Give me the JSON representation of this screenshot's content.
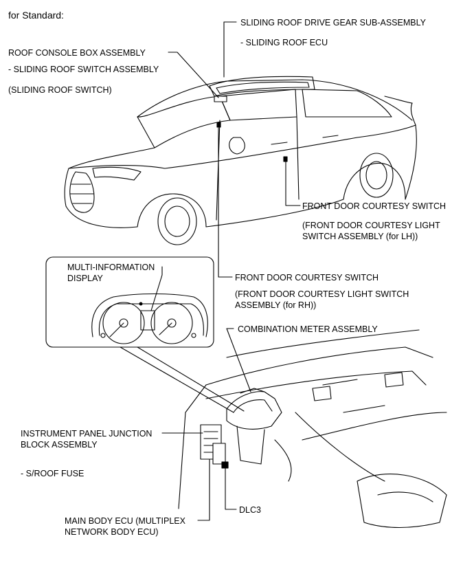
{
  "page": {
    "heading": "for Standard:"
  },
  "labels": {
    "sliding_roof_gear": "SLIDING ROOF DRIVE GEAR SUB-ASSEMBLY",
    "sliding_roof_ecu": "- SLIDING ROOF ECU",
    "roof_console_box": "ROOF CONSOLE BOX ASSEMBLY",
    "sliding_roof_switch_assy": "- SLIDING ROOF SWITCH ASSEMBLY",
    "sliding_roof_switch": "(SLIDING ROOF SWITCH)",
    "front_door_courtesy_lh": "FRONT DOOR COURTESY SWITCH",
    "front_door_courtesy_lh_sub1": "(FRONT DOOR COURTESY LIGHT",
    "front_door_courtesy_lh_sub2": "SWITCH ASSEMBLY (for LH))",
    "multi_info_display_1": "MULTI-INFORMATION",
    "multi_info_display_2": "DISPLAY",
    "front_door_courtesy_rh": "FRONT DOOR COURTESY SWITCH",
    "front_door_courtesy_rh_sub1": "(FRONT DOOR COURTESY LIGHT SWITCH",
    "front_door_courtesy_rh_sub2": "ASSEMBLY (for RH))",
    "combination_meter": "COMBINATION METER ASSEMBLY",
    "instrument_panel_jb_1": "INSTRUMENT PANEL JUNCTION",
    "instrument_panel_jb_2": "BLOCK ASSEMBLY",
    "sroof_fuse": "- S/ROOF FUSE",
    "dlc3": "DLC3",
    "main_body_ecu_1": "MAIN BODY ECU (MULTIPLEX",
    "main_body_ecu_2": "NETWORK BODY ECU)"
  }
}
